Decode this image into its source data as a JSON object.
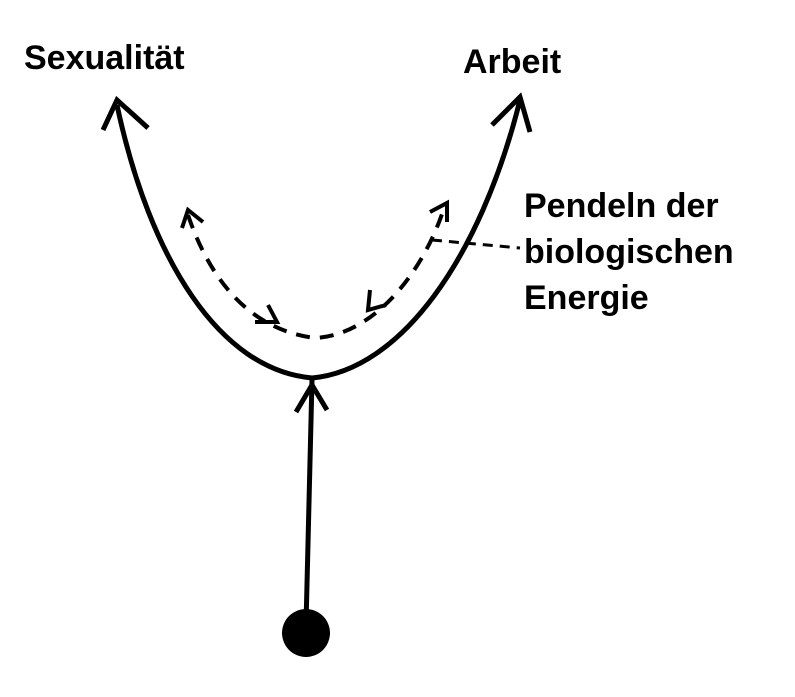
{
  "labels": {
    "left": "Sexualität",
    "right": "Arbeit",
    "annotation_line1": "Pendeln der",
    "annotation_line2": "biologischen",
    "annotation_line3": "Energie"
  }
}
